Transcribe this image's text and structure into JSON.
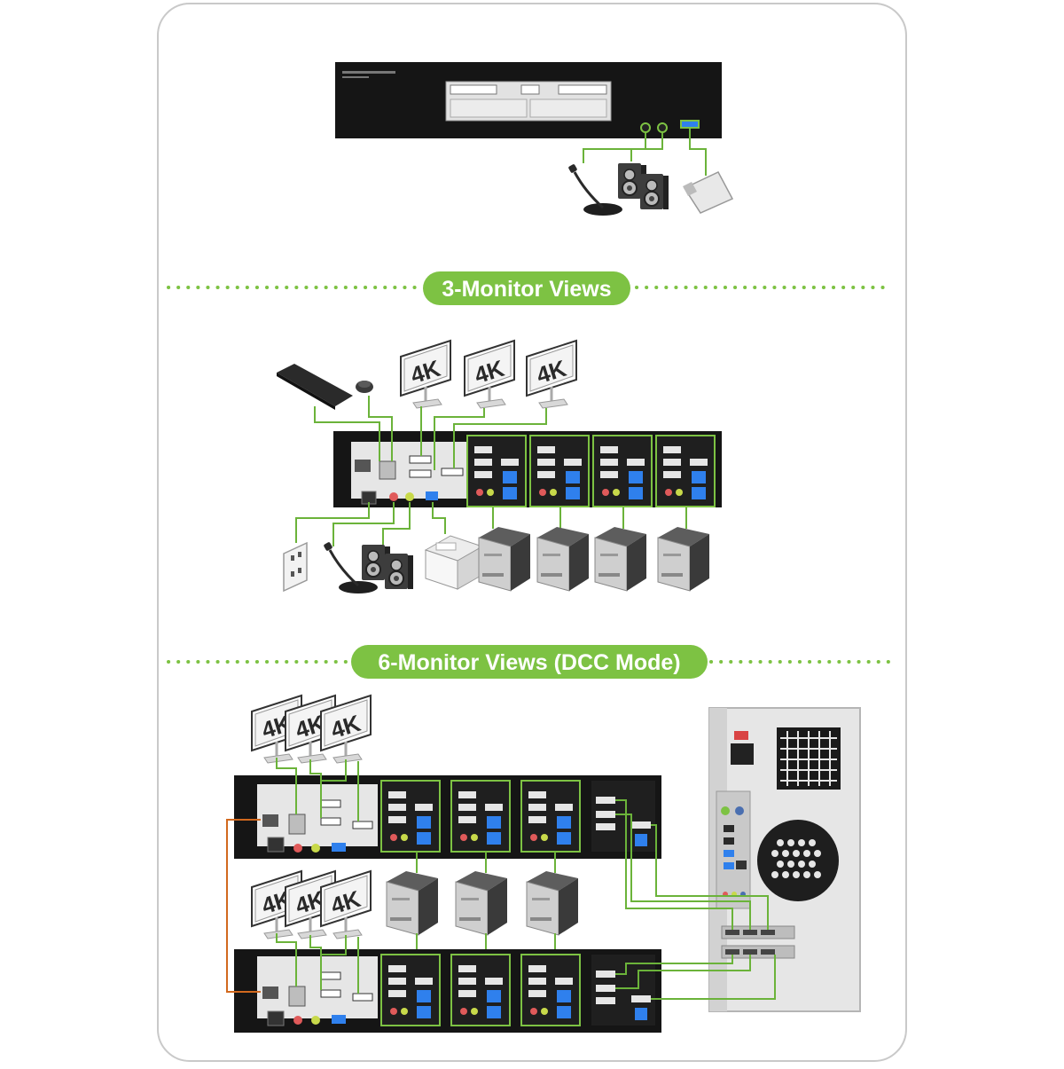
{
  "sections": {
    "three": {
      "title": "3-Monitor Views"
    },
    "six": {
      "title": "6-Monitor Views (DCC Mode)"
    }
  },
  "monitor_label": "4K",
  "colors": {
    "accent_green": "#7dc243",
    "cable_green": "#6bb33a",
    "cable_orange": "#d2691e",
    "device_black": "#151515",
    "panel_grey": "#d9d9d9"
  }
}
